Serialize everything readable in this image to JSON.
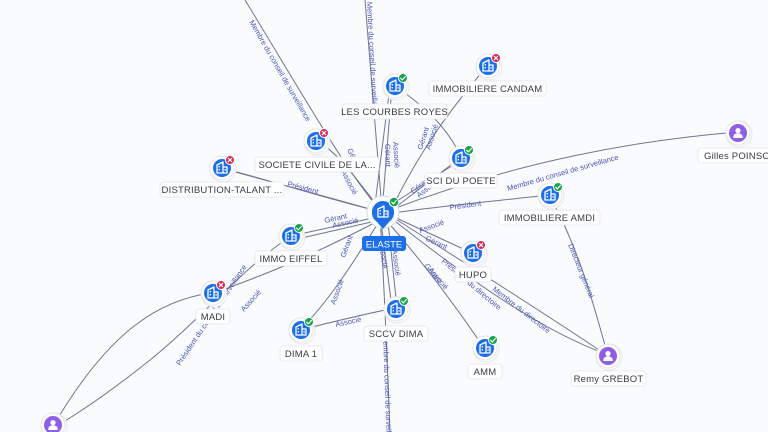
{
  "colors": {
    "company_node": "#1c6fe8",
    "person_node": "#8e5fe6",
    "status_active": "#16a34a",
    "status_closed": "#dc2653",
    "edge": "#6e7691",
    "edge_label": "#4a55b5",
    "center_label_bg": "#1c6fe8"
  },
  "center": {
    "label": "ELASTE",
    "status": "active",
    "icon": "building-icon"
  },
  "nodes": [
    {
      "label": "LES COURBES ROYES",
      "type": "company",
      "status": "active"
    },
    {
      "label": "IMMOBILIERE CANDAM",
      "type": "company",
      "status": "closed"
    },
    {
      "label": "SOCIETE CIVILE DE LA...",
      "type": "company",
      "status": "closed"
    },
    {
      "label": "DISTRIBUTION-TALANT ...",
      "type": "company",
      "status": "closed"
    },
    {
      "label": "SCI DU POETE",
      "type": "company",
      "status": "active"
    },
    {
      "label": "IMMOBILIERE AMDI",
      "type": "company",
      "status": "active"
    },
    {
      "label": "Gilles POINSOT",
      "type": "person",
      "status": ""
    },
    {
      "label": "IMMO EIFFEL",
      "type": "company",
      "status": "active"
    },
    {
      "label": "HUPO",
      "type": "company",
      "status": "closed"
    },
    {
      "label": "MADI",
      "type": "company",
      "status": "closed"
    },
    {
      "label": "DIMA 1",
      "type": "company",
      "status": "active"
    },
    {
      "label": "SCCV DIMA",
      "type": "company",
      "status": "active"
    },
    {
      "label": "AMM",
      "type": "company",
      "status": "active"
    },
    {
      "label": "Remy GREBOT",
      "type": "person",
      "status": ""
    },
    {
      "label": "",
      "type": "person",
      "status": ""
    }
  ],
  "edge_labels": [
    "Membre du conseil de surveillance",
    "Membre du conseil de surveillance",
    "Membre du conseil de surveillance",
    "Membre du conseil de surveillance",
    "Président du conseil de surveillance",
    "Président",
    "Président",
    "Gérant",
    "Associé",
    "Gérant",
    "Associé",
    "Gérant",
    "Associé",
    "Gérant",
    "Associé",
    "Associé",
    "Gérant",
    "Associé",
    "Gérant",
    "Associé",
    "Associé",
    "Associé",
    "Associé",
    "Directeur général",
    "Membre du directoire",
    "Président du directoire",
    "Gérant",
    "Associé",
    "Gérant",
    "Associé"
  ]
}
